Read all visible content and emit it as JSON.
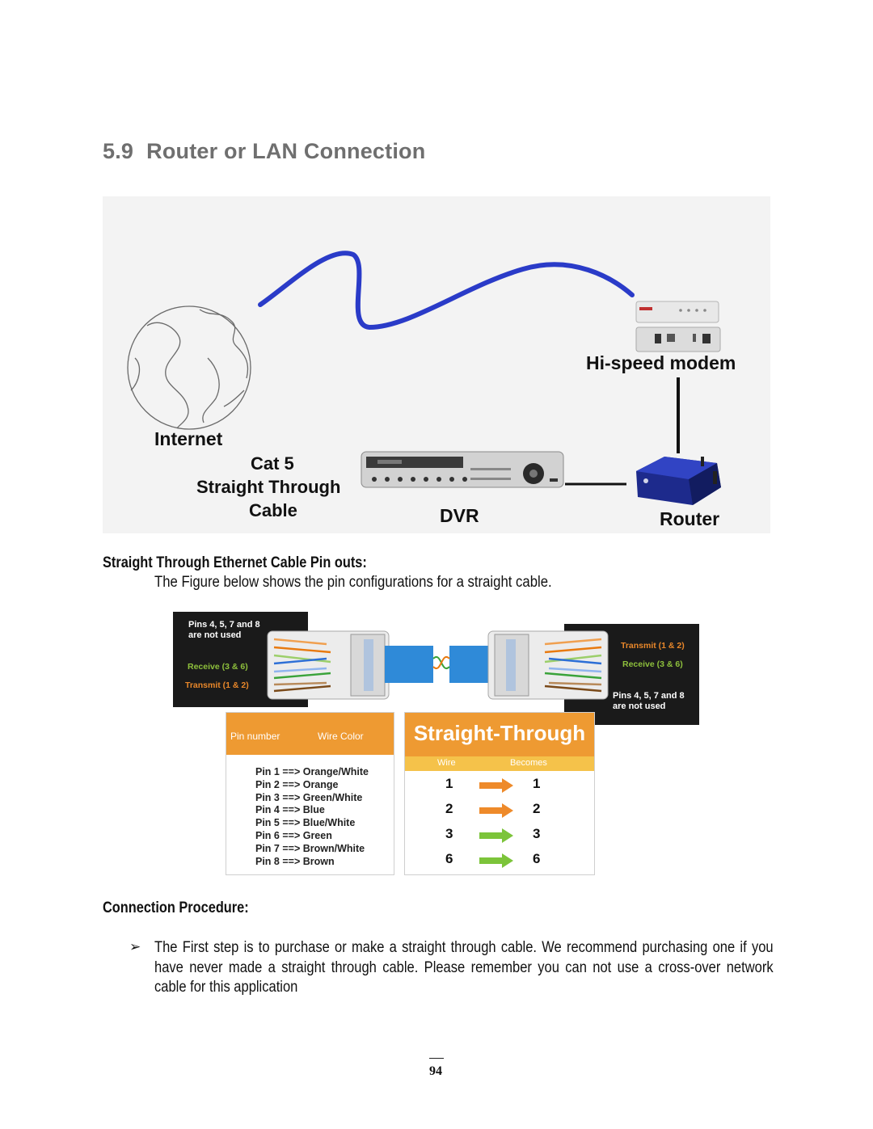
{
  "section": {
    "number": "5.9",
    "title": "Router or LAN Connection"
  },
  "network_figure": {
    "internet_label": "Internet",
    "modem_label": "Hi-speed modem",
    "cable_label_1": "Cat 5",
    "cable_label_2": "Straight Through",
    "cable_label_3": "Cable",
    "dvr_label": "DVR",
    "router_label": "Router",
    "colors": {
      "cable": "#2a3bc8",
      "background": "#f3f3f3"
    }
  },
  "pinouts": {
    "heading": "Straight Through Ethernet Cable Pin outs:",
    "description": "The Figure below shows the pin configurations for a straight cable."
  },
  "cable_figure": {
    "left_panel": {
      "unused_1": "Pins 4, 5, 7 and 8",
      "unused_2": "are not used",
      "receive": "Receive (3 & 6)",
      "transmit": "Transmit (1 & 2)"
    },
    "right_panel": {
      "transmit": "Transmit (1 & 2)",
      "receive": "Receive (3 & 6)",
      "unused_1": "Pins 4, 5, 7 and 8",
      "unused_2": "are not used"
    },
    "pin_table": {
      "header_pin": "Pin number",
      "header_color": "Wire Color",
      "rows": [
        "Pin 1 ==> Orange/White",
        "Pin 2 ==> Orange",
        "Pin 3 ==> Green/White",
        "Pin 4 ==> Blue",
        "Pin 5 ==> Blue/White",
        "Pin 6 ==> Green",
        "Pin 7 ==> Brown/White",
        "Pin 8 ==> Brown"
      ]
    },
    "straight_table": {
      "title": "Straight-Through",
      "header_wire": "Wire",
      "header_becomes": "Becomes",
      "rows": [
        {
          "wire": "1",
          "becomes": "1",
          "arrow_color": "#ee8a2a"
        },
        {
          "wire": "2",
          "becomes": "2",
          "arrow_color": "#ee8a2a"
        },
        {
          "wire": "3",
          "becomes": "3",
          "arrow_color": "#7cc43a"
        },
        {
          "wire": "6",
          "becomes": "6",
          "arrow_color": "#7cc43a"
        }
      ]
    }
  },
  "procedure": {
    "heading": "Connection Procedure:",
    "bullet_symbol": "➢",
    "bullets": [
      "The First step is to purchase or make a straight through cable. We recommend purchasing one if you have never made a straight through cable. Please remember you can not use a cross-over network cable for this application"
    ]
  },
  "page_number": "94"
}
